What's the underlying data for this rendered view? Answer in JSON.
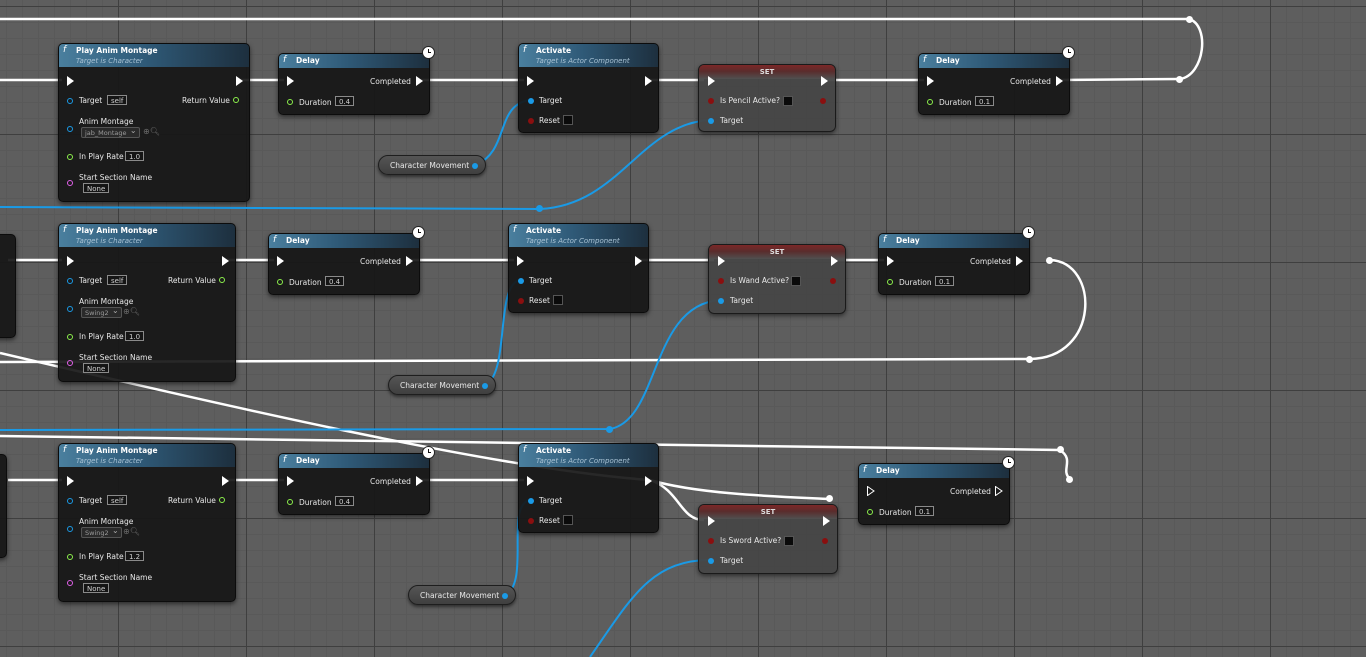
{
  "labels": {
    "play_anim_montage": "Play Anim Montage",
    "target_is_character": "Target is Character",
    "delay": "Delay",
    "activate": "Activate",
    "target_is_actor_component": "Target is Actor Component",
    "set": "SET",
    "target": "Target",
    "return_value": "Return Value",
    "anim_montage": "Anim Montage",
    "in_play_rate": "In Play Rate",
    "start_section_name": "Start Section Name",
    "completed": "Completed",
    "duration": "Duration",
    "reset": "Reset",
    "self": "self",
    "none": "None",
    "character_movement": "Character Movement",
    "f_icon": "f"
  },
  "rows": [
    {
      "montage": "jab_Montage",
      "play_rate": "1.0",
      "delay_duration": "0.4",
      "set_variable": "Is Pencil Active?",
      "final_delay": "0.1"
    },
    {
      "montage": "Swing2",
      "play_rate": "1.0",
      "delay_duration": "0.4",
      "set_variable": "Is Wand Active?",
      "final_delay": "0.1"
    },
    {
      "montage": "Swing2",
      "play_rate": "1.2",
      "delay_duration": "0.4",
      "set_variable": "Is Sword Active?",
      "final_delay": "0.1"
    }
  ],
  "colors": {
    "exec_wire": "#ffffff",
    "object_wire": "#1a9ae6",
    "float_pin": "#8cf04c",
    "name_pin": "#e060e8",
    "bool_pin": "#8a0f0f",
    "function_header": "#4a7f9e",
    "set_header": "#7d2727"
  },
  "icons": [
    "function-icon",
    "latent-clock-icon",
    "exec-pin-icon",
    "data-pin-icon",
    "dropdown-chevron-icon",
    "browse-icon",
    "use-selected-icon"
  ]
}
